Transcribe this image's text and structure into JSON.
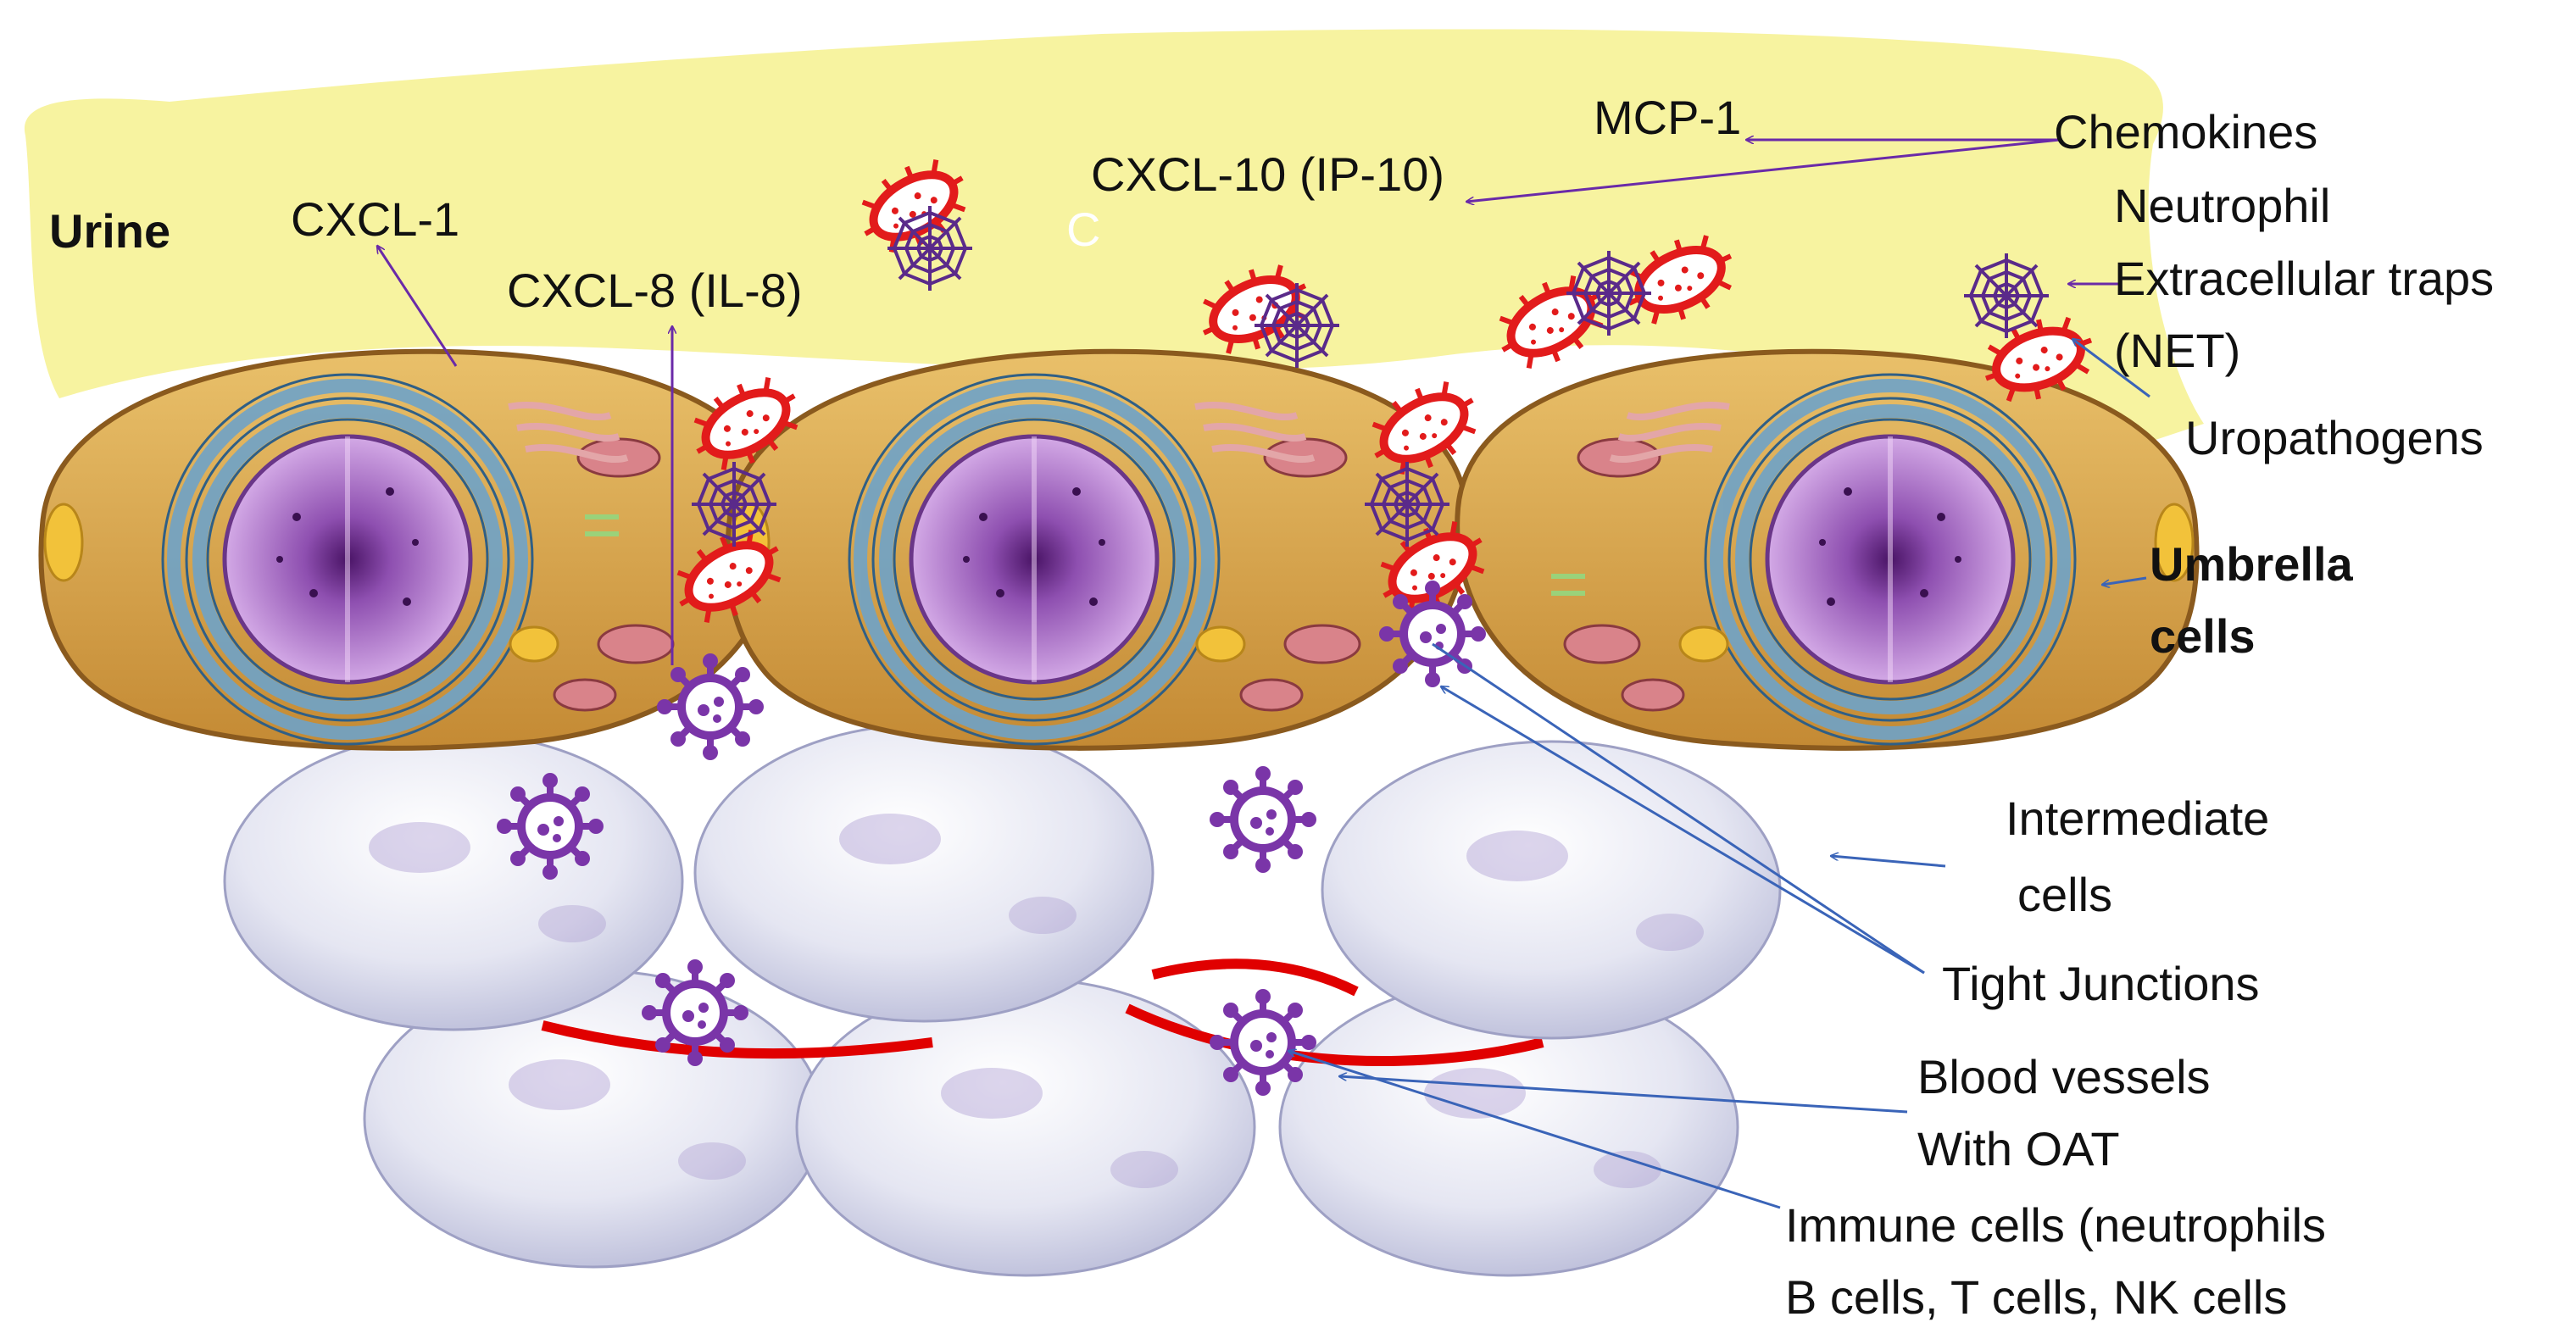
{
  "labels": {
    "urine": "Urine",
    "cxcl1": "CXCL-1",
    "cxcl8": "CXCL-8 (IL-8)",
    "cxcl10": "CXCL-10 (IP-10)",
    "mcp1": "MCP-1",
    "stray_c": "C",
    "chemokines": "Chemokines",
    "net_line1": "Neutrophil",
    "net_line2": "Extracellular traps",
    "net_line3": "(NET)",
    "uropathogens": "Uropathogens",
    "umbrella_line1": "Umbrella",
    "umbrella_line2": "cells",
    "intermediate_line1": "Intermediate",
    "intermediate_line2": "cells",
    "tight_junctions": "Tight Junctions",
    "blood_line1": "Blood vessels",
    "blood_line2": "With OAT",
    "immune_line1": "Immune cells (neutrophils",
    "immune_line2": "B cells, T cells, NK cells"
  },
  "icons": [
    "bacterium-icon",
    "net-web-icon",
    "immune-cell-icon"
  ],
  "colors": {
    "urine": "#f7f3a0",
    "umbrella_cytoplasm": "#d8a54a",
    "nucleus": "#b77fd0",
    "er": "#6fa3c8",
    "bacteria": "#e21b1b",
    "immune": "#7a35a8",
    "chemokine_arrow": "#6a2aa8",
    "pointer_arrow": "#3a64b8",
    "vessel": "#e00000",
    "basal_cells": "#e6e7f3"
  }
}
